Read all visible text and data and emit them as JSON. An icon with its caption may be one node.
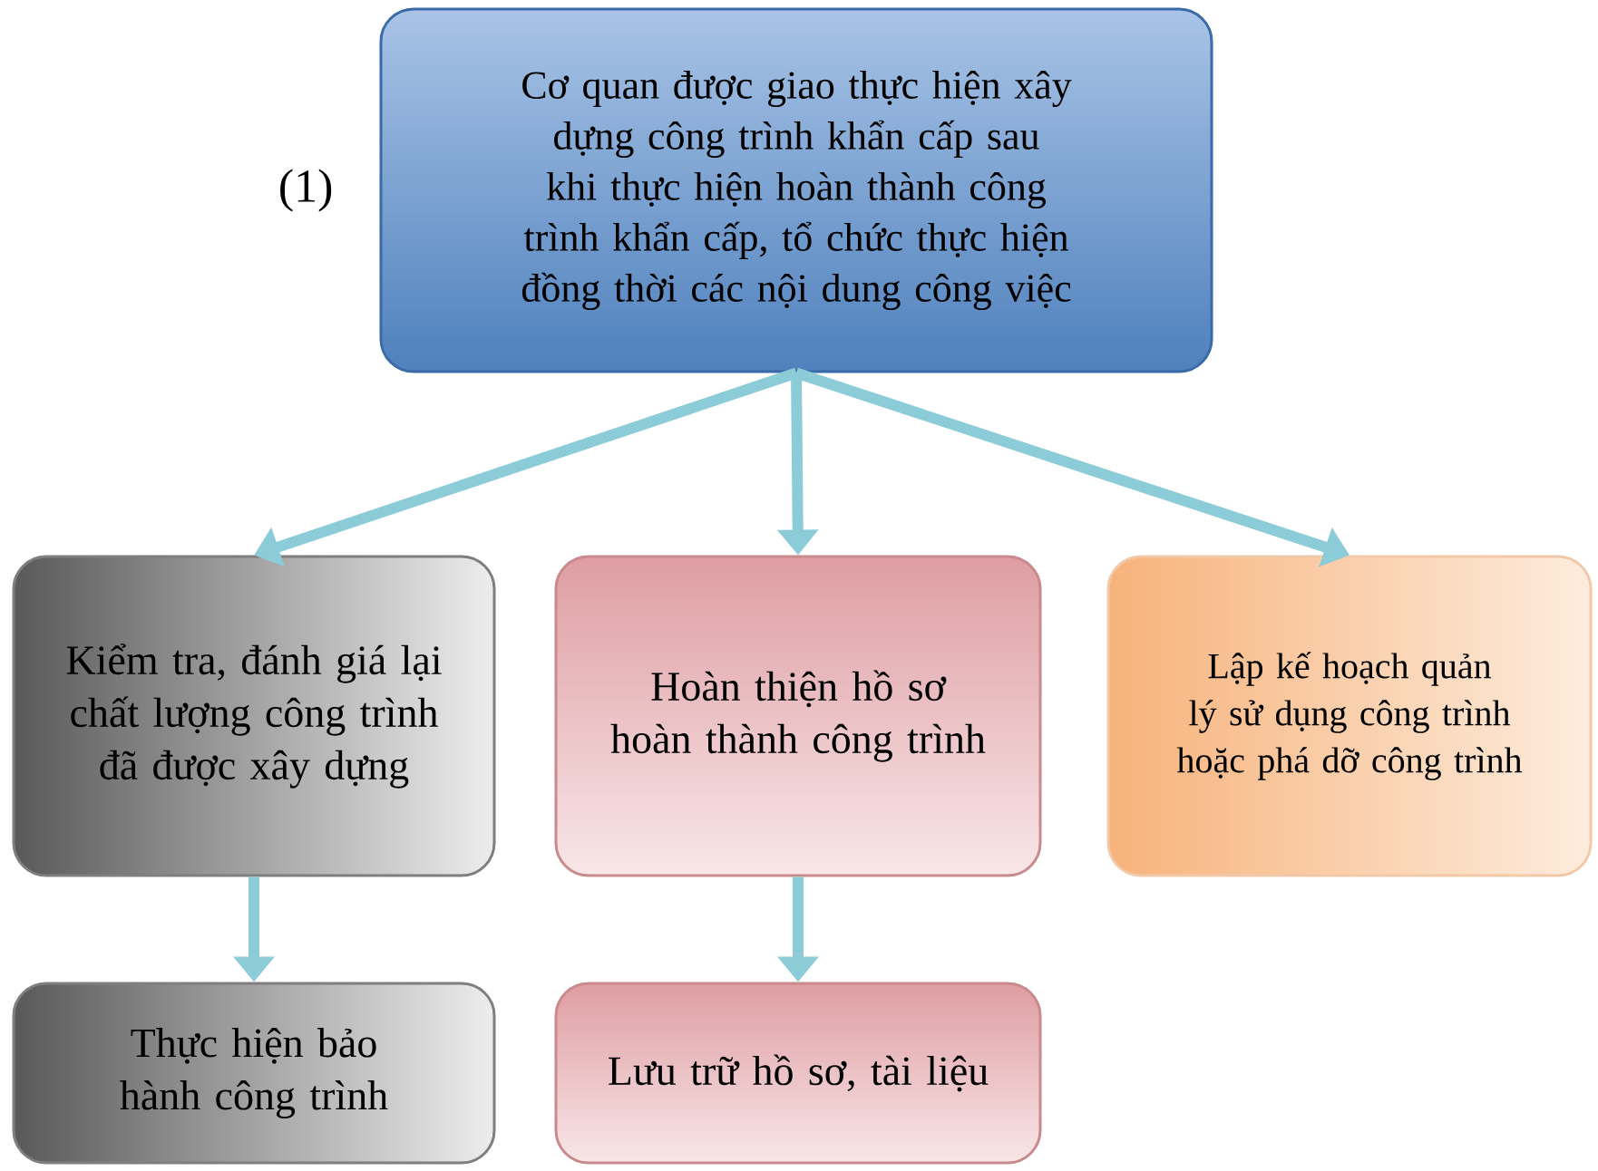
{
  "diagram": {
    "nodes": [
      {
        "text": [
          "Cơ quan được giao thực hiện xây dựng công trình khẩn cấp sau khi thực hiện hoàn thành công trình khẩn cấp, tổ chức thực hiện đồng thời các nội dung công việc"
        ],
        "beside": [
          "(1)"
        ]
      },
      {
        "text": [
          "Kiểm tra, đánh giá lại chất lượng công trình đã được xây dựng"
        ]
      },
      {
        "text": [
          "Hoàn thiện hồ sơ hoàn thành công trình"
        ]
      },
      {
        "text": [
          "Lập kế hoạch quản lý sử dụng công trình hoặc phá dỡ công trình"
        ]
      },
      {
        "text": [
          "Thực hiện bảo hành công trình"
        ]
      },
      {
        "text": [
          "Lưu trữ hồ sơ, tài liệu"
        ]
      }
    ],
    "edges": [
      {
        "from": 0,
        "to": 1,
        "arrow": "to"
      },
      {
        "from": 0,
        "to": 2,
        "arrow": "to"
      },
      {
        "from": 0,
        "to": 3,
        "arrow": "to"
      },
      {
        "from": 1,
        "to": 4,
        "arrow": "to"
      },
      {
        "from": 2,
        "to": 5,
        "arrow": "to"
      }
    ]
  }
}
